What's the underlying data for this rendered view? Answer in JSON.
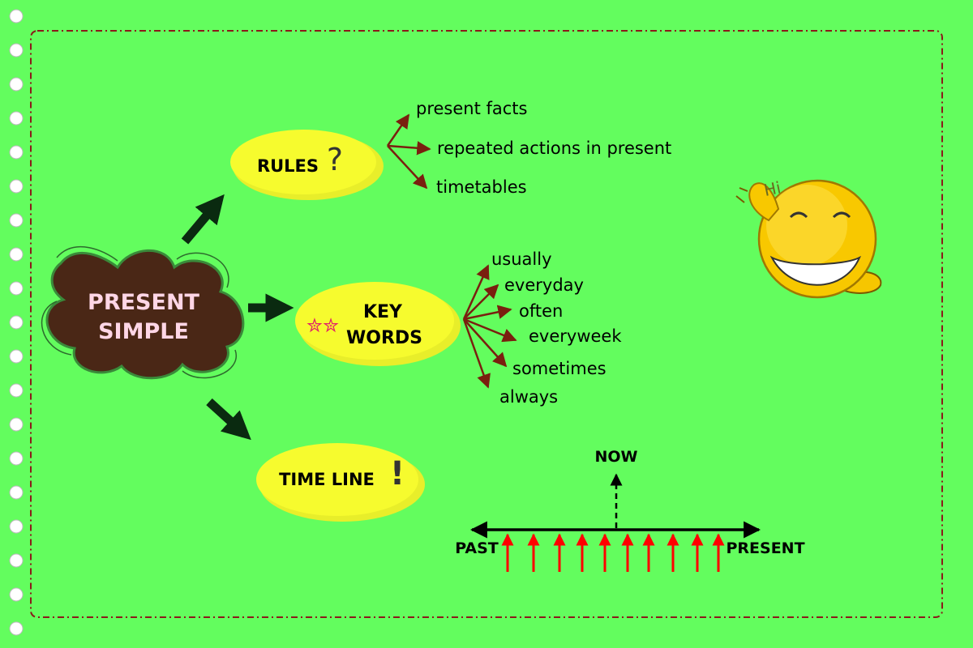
{
  "center": {
    "line1": "PRESENT",
    "line2": "SIMPLE"
  },
  "rules": {
    "label": "RULES",
    "items": [
      "present facts",
      "repeated actions in present",
      "timetables"
    ]
  },
  "keywords": {
    "line1": "KEY",
    "line2": "WORDS",
    "items": [
      "usually",
      "everyday",
      "often",
      "everyweek",
      "sometimes",
      "always"
    ]
  },
  "timeline": {
    "label": "TIME LINE",
    "now": "NOW",
    "past": "PAST",
    "present": "PRESENT"
  },
  "smiley": {
    "greeting": "Hi"
  },
  "colors": {
    "background": "#63fd5e",
    "bubble": "#f3fb2a",
    "center_cloud": "#4a2716",
    "center_text": "#ffd6e6",
    "branch_arrow": "#7a1f0f",
    "main_arrow": "#0a2a10",
    "tick_arrow": "#ff0000",
    "border": "#8b1a1a"
  }
}
